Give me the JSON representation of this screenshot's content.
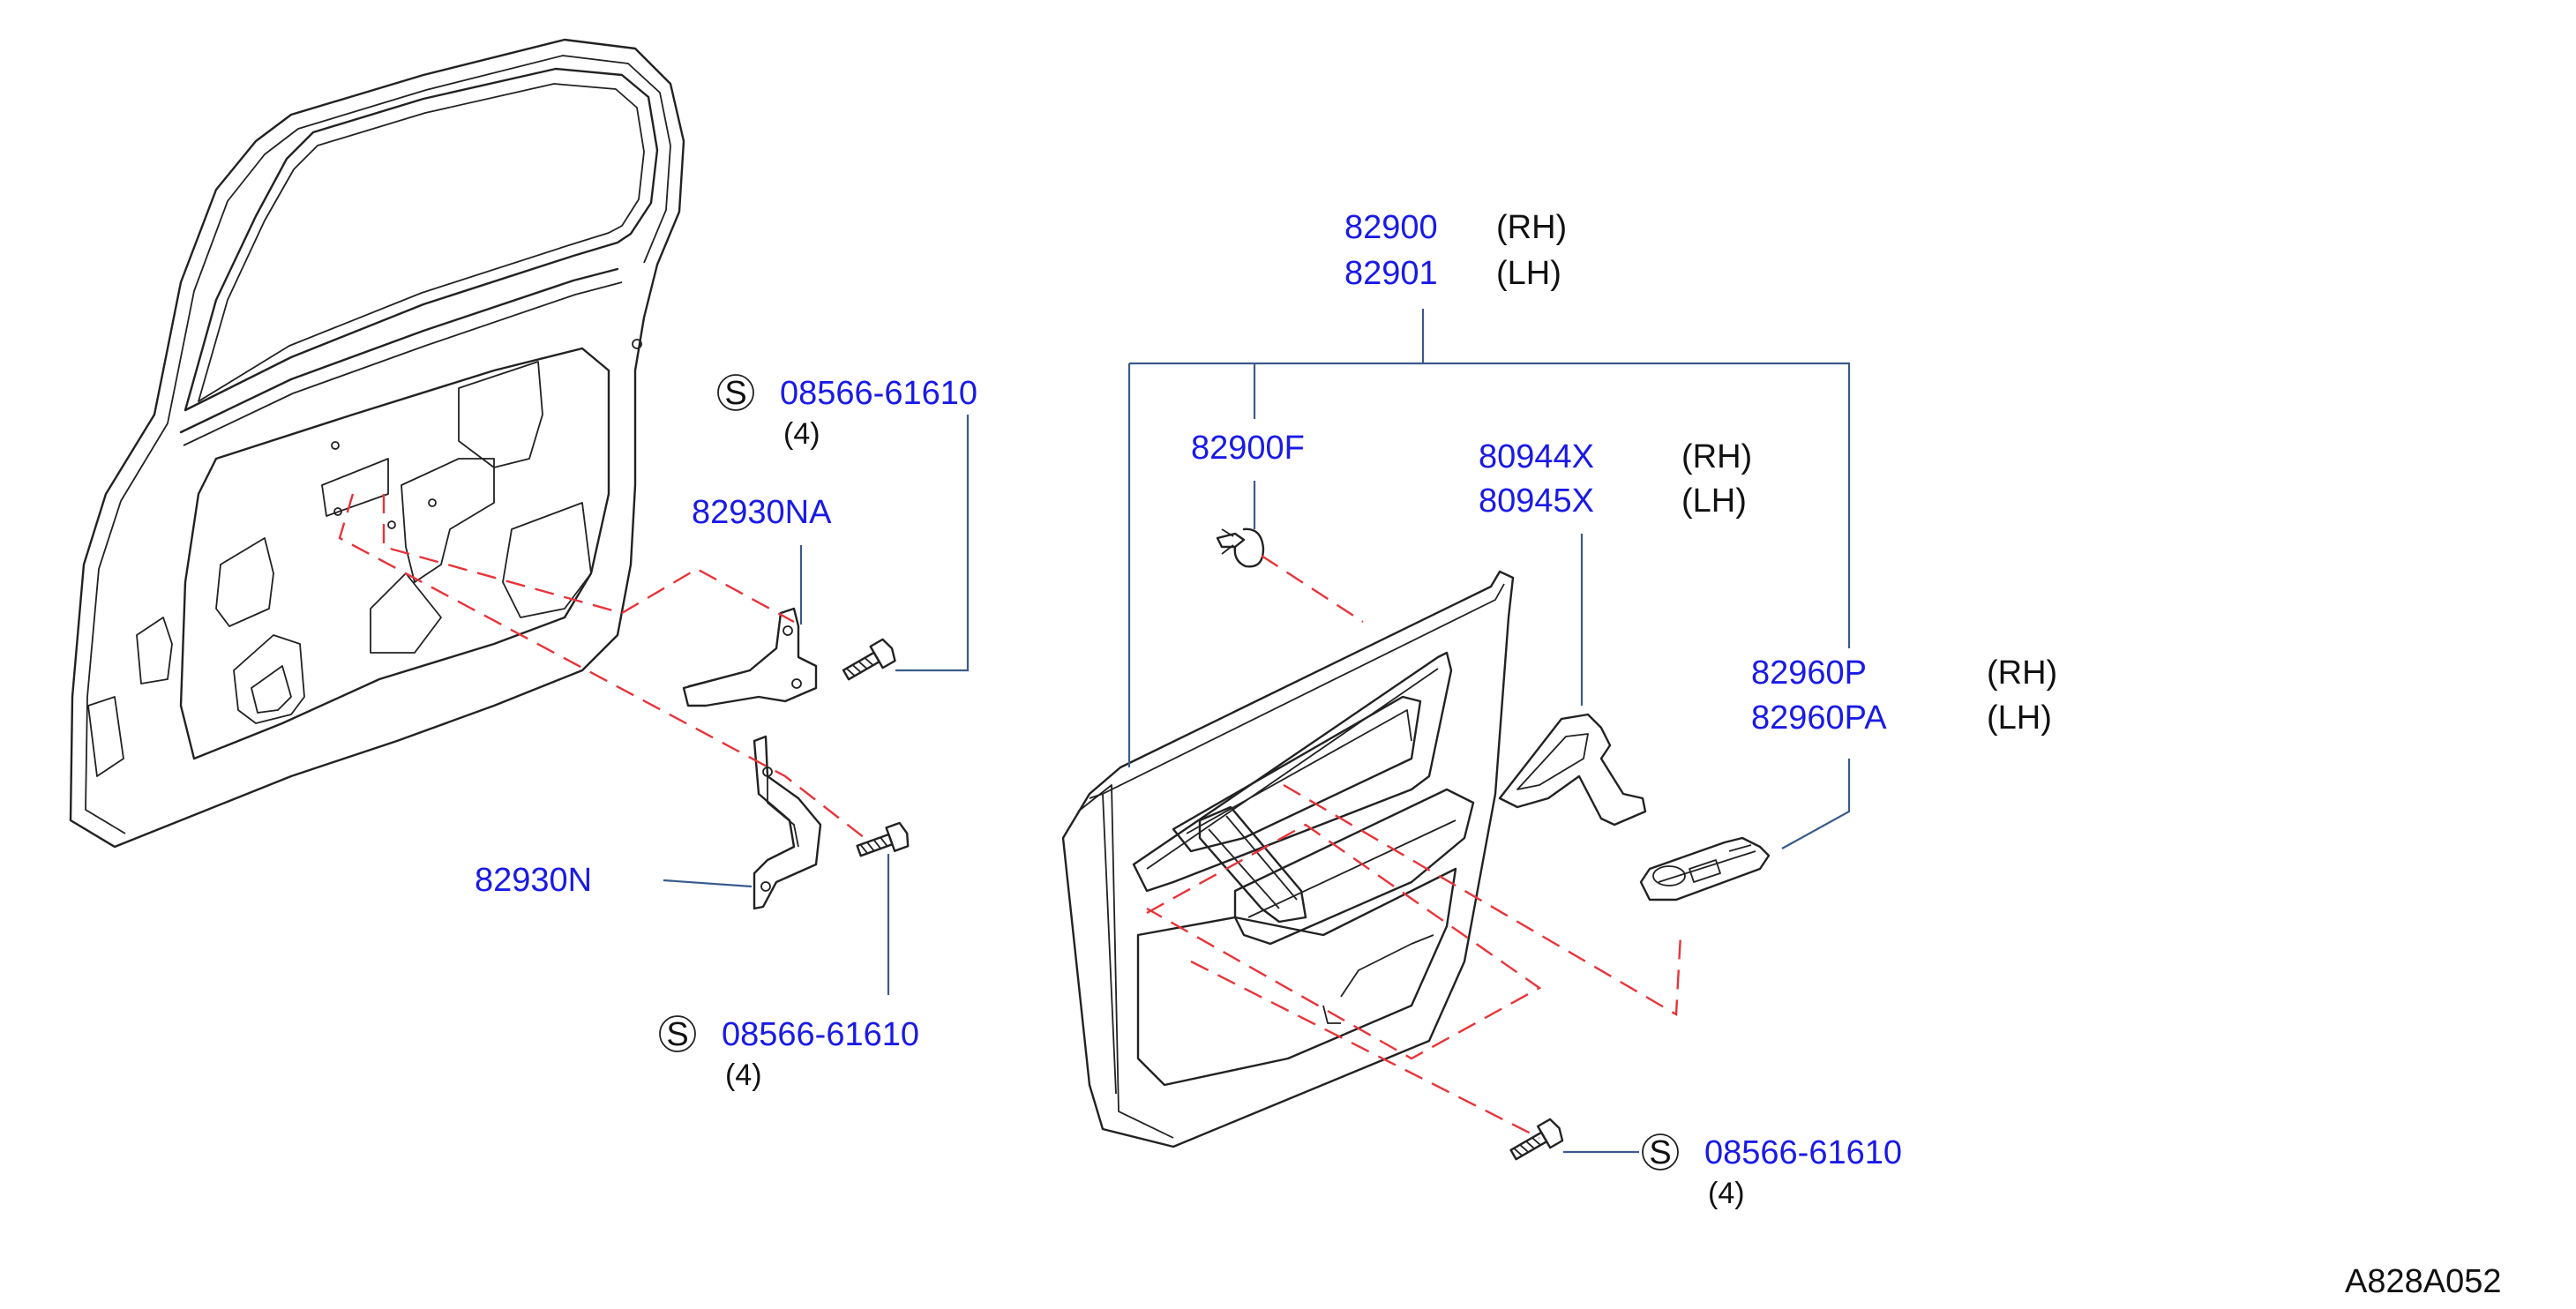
{
  "labels": {
    "trim_rh": {
      "part": "82900",
      "side": "(RH)"
    },
    "trim_lh": {
      "part": "82901",
      "side": "(LH)"
    },
    "clip": {
      "part": "82900F"
    },
    "handle_rh": {
      "part": "80944X",
      "side": "(RH)"
    },
    "handle_lh": {
      "part": "80945X",
      "side": "(LH)"
    },
    "switch_rh": {
      "part": "82960P",
      "side": "(RH)"
    },
    "switch_lh": {
      "part": "82960PA",
      "side": "(LH)"
    },
    "bracket_upper": {
      "part": "82930NA"
    },
    "bracket_lower": {
      "part": "82930N"
    },
    "screw_top": {
      "symbol": "S",
      "part": "08566-61610",
      "qty": "(4)"
    },
    "screw_left": {
      "symbol": "S",
      "part": "08566-61610",
      "qty": "(4)"
    },
    "screw_right": {
      "symbol": "S",
      "part": "08566-61610",
      "qty": "(4)"
    }
  },
  "diagram_code": "A828A052",
  "colors": {
    "part_number": "#1a1ae6",
    "leader": "#3a5a8c",
    "hidden_line": "#e8343a",
    "outline": "#222222"
  }
}
